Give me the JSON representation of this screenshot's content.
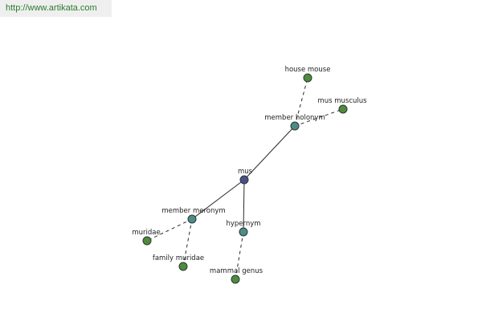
{
  "header": {
    "url_text": "http://www.artikata.com"
  },
  "colors": {
    "center": "#4a4f8c",
    "relation": "#4e8a8a",
    "leaf": "#4f8a3f"
  },
  "graph": {
    "nodes": {
      "mus": {
        "label": "mus",
        "kind": "center"
      },
      "member_holonym": {
        "label": "member holonym",
        "kind": "relation"
      },
      "member_meronym": {
        "label": "member meronym",
        "kind": "relation"
      },
      "hypernym": {
        "label": "hypernym",
        "kind": "relation"
      },
      "house_mouse": {
        "label": "house mouse",
        "kind": "leaf"
      },
      "mus_musculus": {
        "label": "mus musculus",
        "kind": "leaf"
      },
      "muridae": {
        "label": "muridae",
        "kind": "leaf"
      },
      "family_muridae": {
        "label": "family muridae",
        "kind": "leaf"
      },
      "mammal_genus": {
        "label": "mammal genus",
        "kind": "leaf"
      }
    },
    "edges": [
      {
        "from": "mus",
        "to": "member_holonym",
        "style": "solid"
      },
      {
        "from": "mus",
        "to": "member_meronym",
        "style": "solid"
      },
      {
        "from": "mus",
        "to": "hypernym",
        "style": "solid"
      },
      {
        "from": "member_holonym",
        "to": "house_mouse",
        "style": "dashed"
      },
      {
        "from": "member_holonym",
        "to": "mus_musculus",
        "style": "dashed"
      },
      {
        "from": "member_meronym",
        "to": "muridae",
        "style": "dashed"
      },
      {
        "from": "member_meronym",
        "to": "family_muridae",
        "style": "dashed"
      },
      {
        "from": "hypernym",
        "to": "mammal_genus",
        "style": "dashed"
      }
    ]
  }
}
